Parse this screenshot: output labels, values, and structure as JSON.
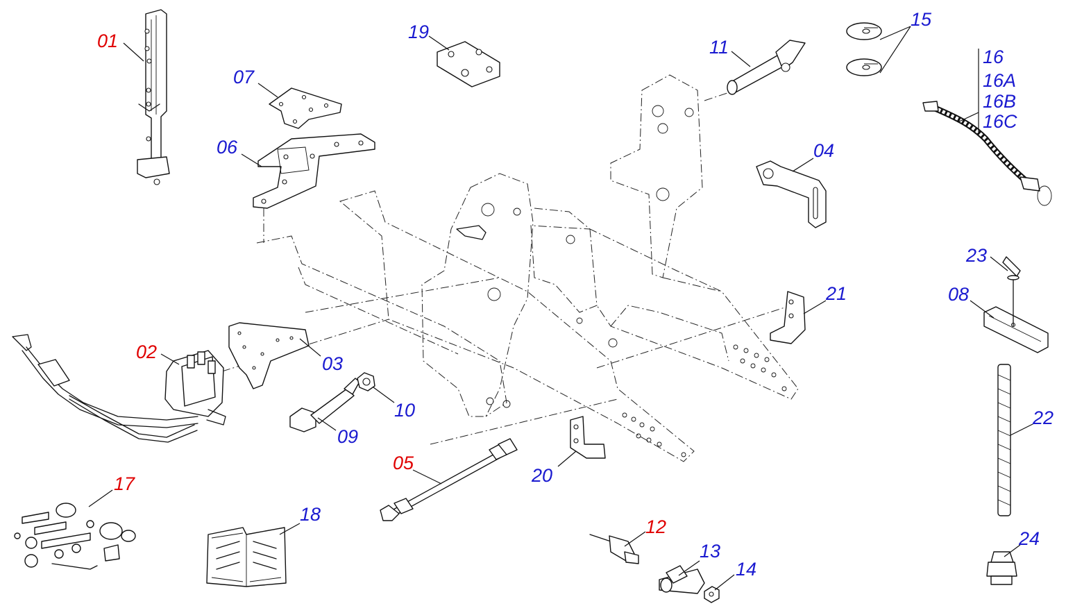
{
  "colors": {
    "highlight": "#e00000",
    "standard": "#1a1ad0",
    "line": "#111111"
  },
  "callouts": {
    "c01": {
      "label": "01",
      "color": "highlight"
    },
    "c02": {
      "label": "02",
      "color": "highlight"
    },
    "c03": {
      "label": "03",
      "color": "standard"
    },
    "c04": {
      "label": "04",
      "color": "standard"
    },
    "c05": {
      "label": "05",
      "color": "highlight"
    },
    "c06": {
      "label": "06",
      "color": "standard"
    },
    "c07": {
      "label": "07",
      "color": "standard"
    },
    "c08": {
      "label": "08",
      "color": "standard"
    },
    "c09": {
      "label": "09",
      "color": "standard"
    },
    "c10": {
      "label": "10",
      "color": "standard"
    },
    "c11": {
      "label": "11",
      "color": "standard"
    },
    "c12": {
      "label": "12",
      "color": "highlight"
    },
    "c13": {
      "label": "13",
      "color": "standard"
    },
    "c14": {
      "label": "14",
      "color": "standard"
    },
    "c15": {
      "label": "15",
      "color": "standard"
    },
    "c16": {
      "label": "16",
      "color": "standard"
    },
    "c16a": {
      "label": "16A",
      "color": "standard"
    },
    "c16b": {
      "label": "16B",
      "color": "standard"
    },
    "c16c": {
      "label": "16C",
      "color": "standard"
    },
    "c17": {
      "label": "17",
      "color": "highlight"
    },
    "c18": {
      "label": "18",
      "color": "standard"
    },
    "c19": {
      "label": "19",
      "color": "standard"
    },
    "c20": {
      "label": "20",
      "color": "standard"
    },
    "c21": {
      "label": "21",
      "color": "standard"
    },
    "c22": {
      "label": "22",
      "color": "standard"
    },
    "c23": {
      "label": "23",
      "color": "standard"
    },
    "c24": {
      "label": "24",
      "color": "standard"
    }
  },
  "icons": {
    "parking-stand": "part-01",
    "hydraulic-valve": "part-02",
    "mounting-plate": "part-03",
    "angle-bracket": "part-04",
    "hydraulic-hose": "part-05",
    "slotted-plate": "part-06",
    "cover-plate": "part-07",
    "u-bracket": "part-08",
    "bolt": "part-09",
    "nut": "part-10",
    "lock-pin": "part-11",
    "nozzle": "part-12",
    "tee-fitting": "part-13",
    "small-nut": "part-14",
    "slotted-washers": "part-15",
    "flexible-hose": "part-16",
    "hardware-kit": "part-17",
    "manual-book": "part-18",
    "square-plate": "part-19",
    "l-bracket-20": "part-20",
    "l-bracket-21": "part-21",
    "threaded-rod": "part-22",
    "pin-23": "part-23",
    "adapter-fitting": "part-24",
    "main-frame": "frame"
  }
}
